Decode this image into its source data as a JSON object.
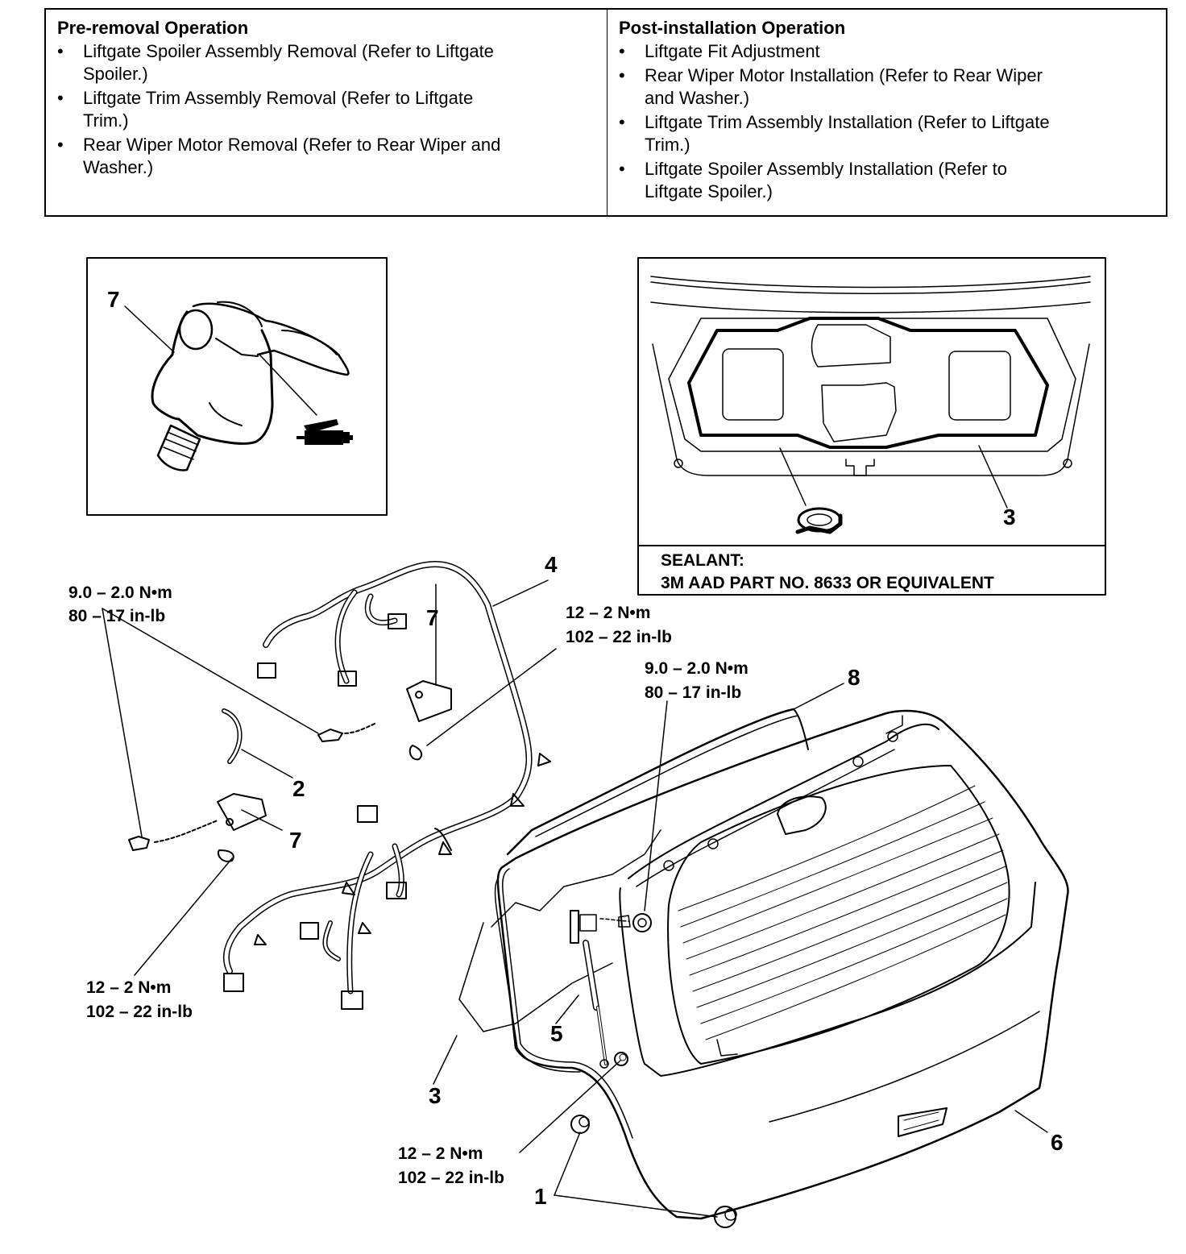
{
  "pre_removal": {
    "title": "Pre-removal Operation",
    "items": [
      "Liftgate Spoiler Assembly Removal (Refer to Liftgate Spoiler.)",
      "Liftgate Trim Assembly Removal (Refer to Liftgate Trim.)",
      "Rear Wiper Motor Removal (Refer to Rear Wiper and Washer.)"
    ]
  },
  "post_installation": {
    "title": "Post-installation Operation",
    "items": [
      "Liftgate Fit Adjustment",
      "Rear Wiper Motor Installation (Refer to Rear Wiper and Washer.)",
      "Liftgate Trim Assembly Installation (Refer to Liftgate Trim.)",
      "Liftgate Spoiler Assembly Installation (Refer to Liftgate Spoiler.)"
    ]
  },
  "inset_left": {
    "callout": "7"
  },
  "inset_right": {
    "callout": "3",
    "sealant_label": "SEALANT:",
    "sealant_spec": "3M  AAD PART NO. 8633 OR EQUIVALENT"
  },
  "callouts": {
    "c1": "1",
    "c2": "2",
    "c3": "3",
    "c4": "4",
    "c5": "5",
    "c6": "6",
    "c7a": "7",
    "c7b": "7",
    "c8": "8"
  },
  "torques": {
    "t_top_left": {
      "nm": "9.0 – 2.0 N•m",
      "inlb": "80 – 17 in-lb"
    },
    "t_top_mid": {
      "nm": "12 – 2 N•m",
      "inlb": "102 – 22 in-lb"
    },
    "t_mid_right": {
      "nm": "9.0 – 2.0 N•m",
      "inlb": "80 – 17 in-lb"
    },
    "t_bottom_left": {
      "nm": "12 – 2 N•m",
      "inlb": "102 – 22 in-lb"
    },
    "t_bottom_mid": {
      "nm": "12 – 2 N•m",
      "inlb": "102 – 22 in-lb"
    }
  }
}
